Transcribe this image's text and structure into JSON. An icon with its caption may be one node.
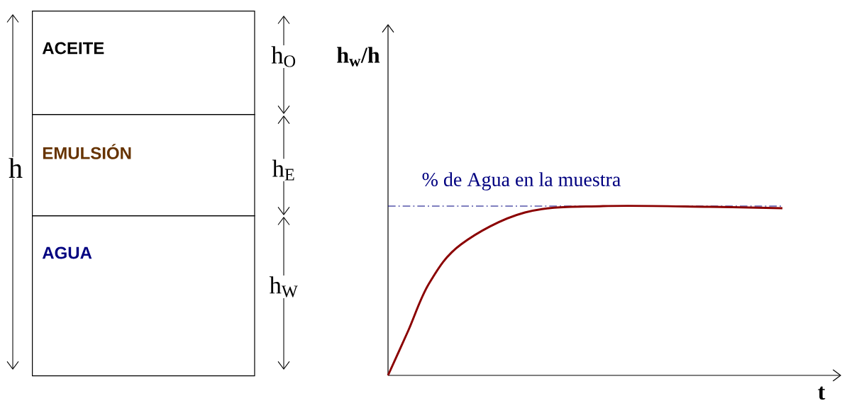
{
  "diagram": {
    "nodes": [
      {
        "text": [
          "ACEITE"
        ]
      },
      {
        "text": [
          "EMULSIÓN"
        ]
      },
      {
        "text": [
          "AGUA"
        ]
      }
    ],
    "labels": [
      "h",
      "h$_{O}$",
      "h$_{w}$/h",
      "h$_{E}$",
      "% de Agua en la muestra",
      "h$_{W}$",
      "t"
    ]
  }
}
